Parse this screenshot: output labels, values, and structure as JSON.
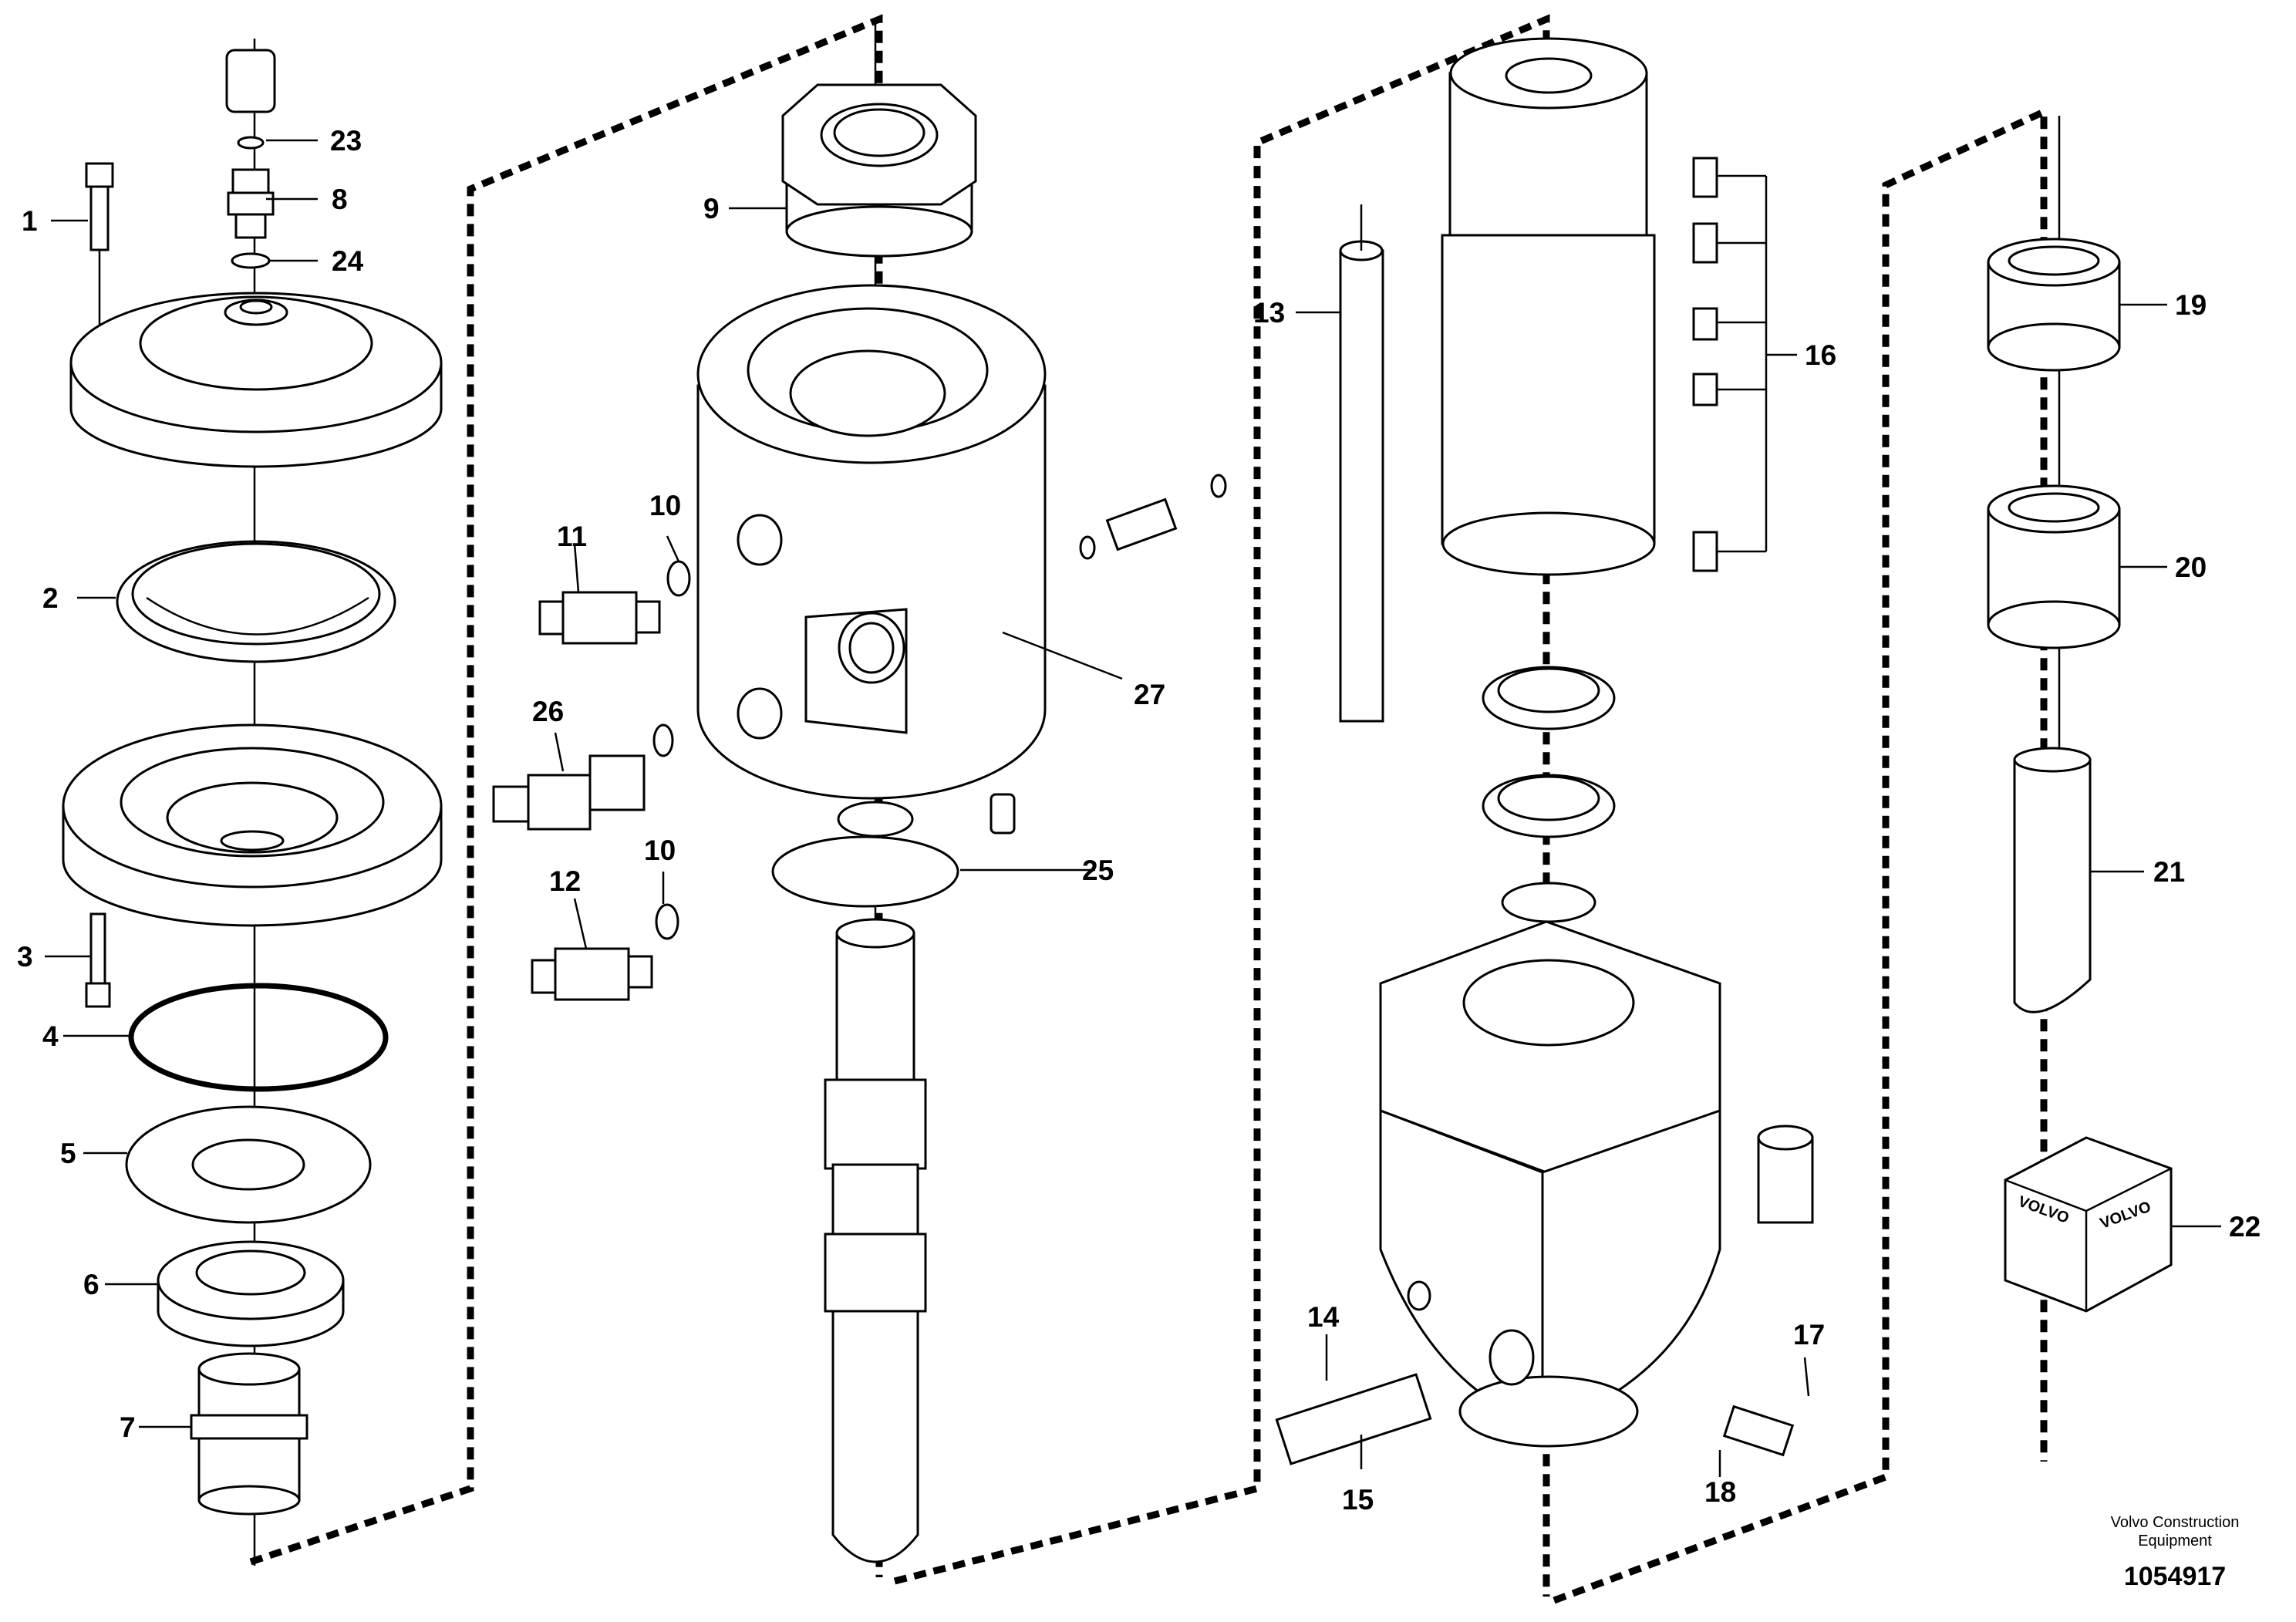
{
  "callouts": [
    "1",
    "2",
    "3",
    "4",
    "5",
    "6",
    "7",
    "8",
    "9",
    "10",
    "10",
    "11",
    "12",
    "13",
    "14",
    "15",
    "16",
    "17",
    "18",
    "19",
    "20",
    "21",
    "22",
    "23",
    "24",
    "25",
    "26",
    "27"
  ],
  "kit_label": [
    "VOLVO",
    "VOLVO"
  ],
  "footer": {
    "credit_line1": "Volvo Construction",
    "credit_line2": "Equipment",
    "document_number": "1054917"
  }
}
